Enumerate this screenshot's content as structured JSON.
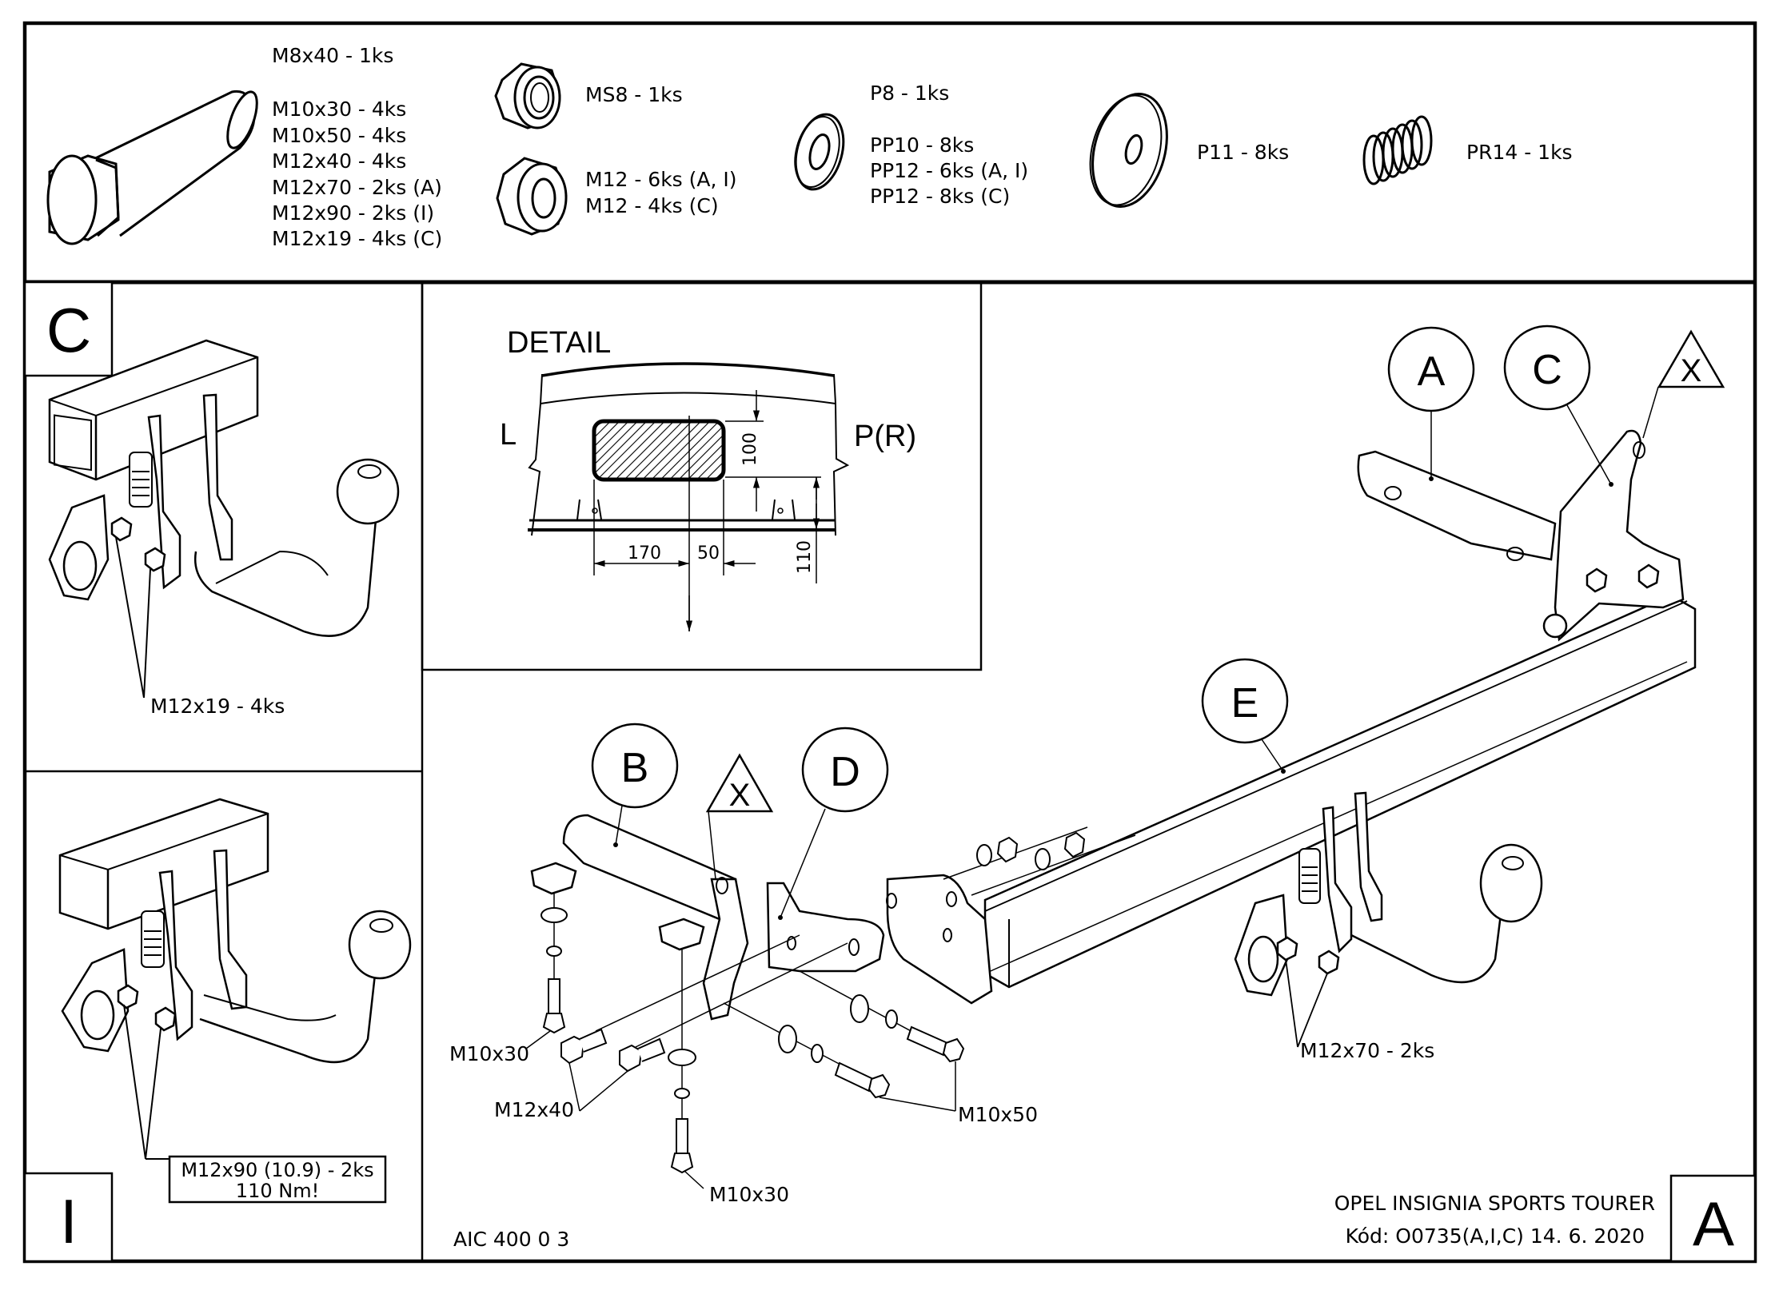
{
  "hardware_list": {
    "bolt": {
      "icon": "hex-bolt-icon",
      "lines": [
        "M8x40 - 1ks",
        "M10x30 - 4ks",
        "M10x50 - 4ks",
        "M12x40 - 4ks",
        "M12x70 - 2ks (A)",
        "M12x90 - 2ks (I)",
        "M12x19 - 4ks (C)"
      ]
    },
    "self_locking_nut": {
      "icon": "lock-nut-icon",
      "lines": [
        "MS8 - 1ks"
      ]
    },
    "hex_nut": {
      "icon": "hex-nut-icon",
      "lines": [
        "M12 - 6ks (A, I)",
        "M12 - 4ks (C)"
      ]
    },
    "washer": {
      "icon": "washer-icon",
      "lines": [
        "P8 - 1ks",
        "PP10 - 8ks",
        "PP12 - 6ks (A, I)",
        "PP12 - 8ks (C)"
      ]
    },
    "large_washer": {
      "icon": "large-washer-icon",
      "lines": [
        "P11 - 8ks"
      ]
    },
    "spring": {
      "icon": "spring-icon",
      "lines": [
        "PR14 - 1ks"
      ]
    }
  },
  "panel_c": {
    "label": "C",
    "callout": "M12x19 - 4ks"
  },
  "panel_i": {
    "label": "I",
    "callout_line1": "M12x90 (10.9) - 2ks",
    "callout_line2": "110 Nm!"
  },
  "detail": {
    "title": "DETAIL",
    "left_label": "L",
    "right_label": "P(R)",
    "dim_height": "100",
    "dim_left": "170",
    "dim_right": "50",
    "dim_ground": "110"
  },
  "main_drawing": {
    "parts": [
      "A",
      "C",
      "B",
      "D",
      "E"
    ],
    "warning_marker": "X",
    "callouts": {
      "m10x30_left": "M10x30",
      "m12x40": "M12x40",
      "m10x30_bottom": "M10x30",
      "m10x50": "M10x50",
      "m12x70": "M12x70 - 2ks"
    }
  },
  "title_block": {
    "drawing_number": "AIC 400 0 3",
    "vehicle": "OPEL INSIGNIA SPORTS TOURER",
    "code_line": "Kód: O0735(A,I,C)  14. 6. 2020",
    "variant_label": "A"
  }
}
